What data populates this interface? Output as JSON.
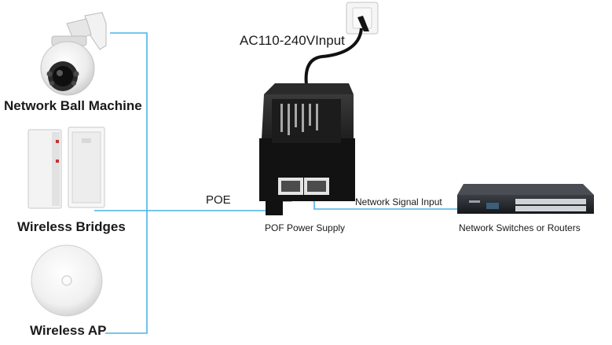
{
  "devices": {
    "camera": {
      "label": "Network Ball Machine",
      "icon": "dome-camera-icon"
    },
    "bridges": {
      "label": "Wireless Bridges",
      "icon": "wireless-bridge-icon"
    },
    "ap": {
      "label": "Wireless AP",
      "icon": "ceiling-access-point-icon"
    },
    "injector": {
      "label": "POF Power Supply",
      "icon": "poe-injector-icon"
    },
    "switch": {
      "label": "Network Switches or Routers",
      "icon": "network-switch-icon"
    },
    "outlet": {
      "icon": "wall-outlet-icon"
    }
  },
  "connections": {
    "ac_input": "AC110-240VInput",
    "poe": "POE",
    "signal": "Network Signal Input"
  },
  "colors": {
    "link_line": "#49b3e6",
    "device_body": "#1d1d1d",
    "text": "#1a1a1a"
  }
}
